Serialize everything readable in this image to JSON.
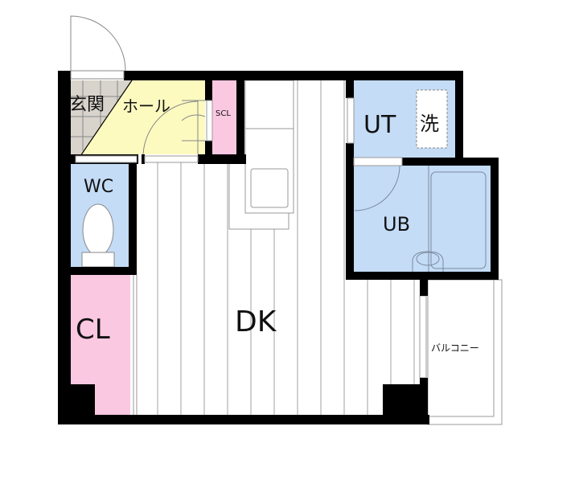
{
  "plan": {
    "rooms": {
      "entrance": {
        "label": "玄関",
        "color": "#d8d4cc"
      },
      "hall": {
        "label": "ホール",
        "color": "#fdfac0"
      },
      "scl": {
        "label": "SCL",
        "color": "#fbc8e2"
      },
      "ut": {
        "label": "UT",
        "color": "#c4dcf6"
      },
      "washer": {
        "label": "洗"
      },
      "wc": {
        "label": "WC",
        "color": "#c4dcf6"
      },
      "ub": {
        "label": "UB",
        "color": "#c4dcf6"
      },
      "cl": {
        "label": "CL",
        "color": "#fbc8e2"
      },
      "dk": {
        "label": "DK",
        "color": "#ffffff"
      },
      "balcony": {
        "label": "バルコニー"
      }
    },
    "wall_color": "#000000",
    "floor_line_color": "#999999"
  }
}
